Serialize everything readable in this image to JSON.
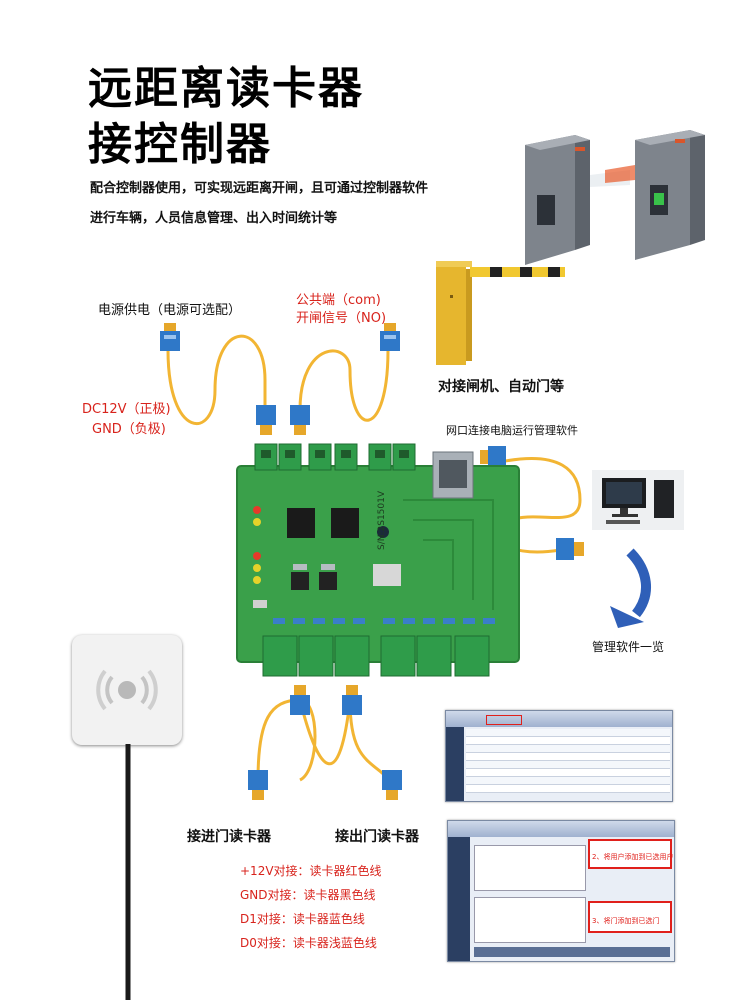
{
  "header": {
    "title_line1": "远距离读卡器",
    "title_line2": "接控制器",
    "desc_line1": "配合控制器使用，可实现远距离开闸，且可通过控制器软件",
    "desc_line2": "进行车辆，人员信息管理、出入时间统计等"
  },
  "labels": {
    "power_supply": "电源供电（电源可选配）",
    "com_terminal": "公共端（com)",
    "open_signal": "开闸信号（NO)",
    "dc12v": "DC12V（正极)",
    "gnd": "GND（负极)",
    "gate_connect": "对接闸机、自动门等",
    "network": "网口连接电脑运行管理软件",
    "software_overview": "管理软件一览",
    "entry_reader": "接进门读卡器",
    "exit_reader": "接出门读卡器"
  },
  "wiring": [
    "+12V对接：读卡器红色线",
    "GND对接：读卡器黑色线",
    "D1对接：读卡器蓝色线",
    "D0对接：读卡器浅蓝色线"
  ],
  "board": {
    "serial": "S/N:2S1501V"
  },
  "software": {
    "step2": "2、将用户添加到已选用户",
    "step3": "3、将门添加到已选门"
  },
  "colors": {
    "wire": "#f2b533",
    "connector": "#2f78c8",
    "board": "#3aa04a",
    "terminal": "#2f9c4a",
    "accent_red": "#d8231c",
    "barrier": "#e9c13a"
  },
  "icons": {
    "card_reader": "rfid-reader-icon",
    "computer": "desktop-computer-icon",
    "arrow": "curved-arrow-icon",
    "gate": "turnstile-gate-icon",
    "barrier": "parking-barrier-icon"
  }
}
